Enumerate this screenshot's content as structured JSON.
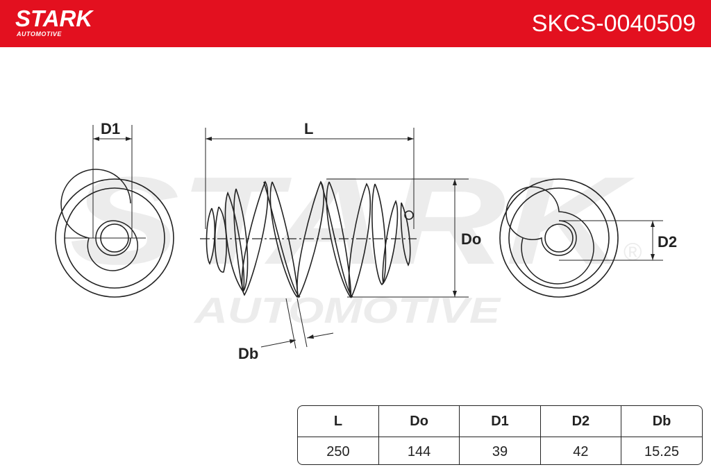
{
  "header": {
    "brand": "STARK",
    "brand_sub": "AUTOMOTIVE",
    "part_number": "SKCS-0040509",
    "color": "#e3101f"
  },
  "watermark": {
    "brand": "STARK",
    "sub": "AUTOMOTIVE",
    "registered": "®"
  },
  "drawing": {
    "labels": {
      "D1": "D1",
      "L": "L",
      "Do": "Do",
      "D2": "D2",
      "Db": "Db"
    }
  },
  "table": {
    "headers": [
      "L",
      "Do",
      "D1",
      "D2",
      "Db"
    ],
    "values": [
      "250",
      "144",
      "39",
      "42",
      "15.25"
    ]
  }
}
